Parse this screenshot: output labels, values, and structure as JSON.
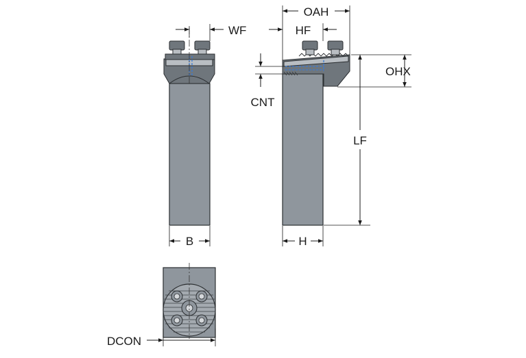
{
  "labels": {
    "wf": "WF",
    "oah": "OAH",
    "hf": "HF",
    "ohx": "OHX",
    "cnt": "CNT",
    "lf": "LF",
    "b": "B",
    "h": "H",
    "dcon": "DCON"
  },
  "colors": {
    "body": "#8f969d",
    "body_dark": "#6f767c",
    "body_light": "#b9bec3",
    "coolant": "#3a7bd5",
    "line": "#1a1a1a"
  }
}
